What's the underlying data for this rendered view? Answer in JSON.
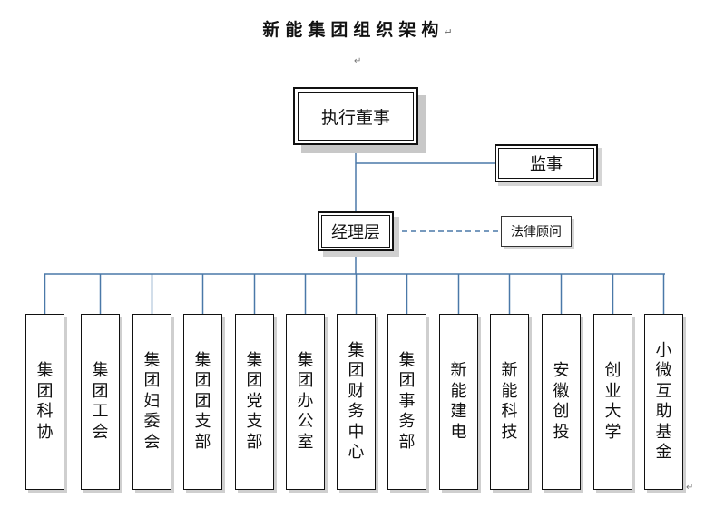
{
  "title": "新能集团组织架构",
  "paragraph_mark": "↵",
  "exec_board": "执行董事",
  "supervisor": "监事",
  "management": "经理层",
  "legal_advisor": "法律顾问",
  "departments": [
    "集团科协",
    "集团工会",
    "集团妇委会",
    "集团团支部",
    "集团党支部",
    "集团办公室",
    "集团财务中心",
    "集团事务部",
    "新能建电",
    "新能科技",
    "安徽创投",
    "创业大学",
    "小微互助基金"
  ]
}
